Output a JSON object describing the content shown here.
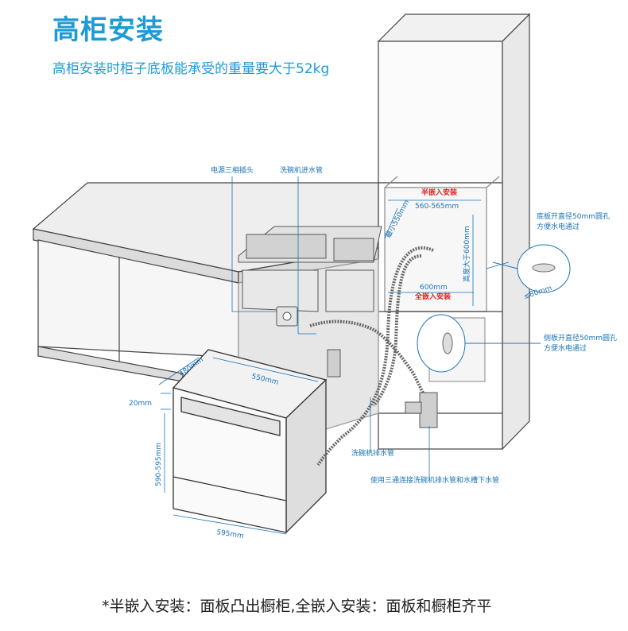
{
  "header": {
    "title": "高柜安装",
    "subtitle": "高柜安装时柜子底板能承受的重量要大于52kg"
  },
  "callouts": {
    "power_socket": "电源三相插头",
    "inlet_hose": "洗碗机进水管",
    "semi_embedded": "半嵌入安装",
    "full_embedded": "全嵌入安装",
    "bottom_hole": "底板开直径50mm圆孔\n方便水电通过",
    "side_hole": "侧板开直径50mm圆孔\n方便水电通过",
    "drain_hose": "洗碗机排水管",
    "tee": "使用三通连接洗碗机排水管和水槽下水管"
  },
  "dimensions": {
    "cab_width": "560-565mm",
    "cab_depth": "最小550mm",
    "cab_height": "高度大于600mm",
    "cab_depth_full": "600mm",
    "hole_dia": "≤80mm",
    "dw_depth_top": "480mm",
    "dw_depth": "550mm",
    "dw_panel_gap": "20mm",
    "dw_height": "590-595mm",
    "dw_width": "595mm"
  },
  "footer": {
    "note": "*半嵌入安装：面板凸出橱柜,全嵌入安装：面板和橱柜齐平"
  },
  "colors": {
    "accent": "#1e9ad6",
    "line": "#1a73b8",
    "warning": "#e02020"
  }
}
